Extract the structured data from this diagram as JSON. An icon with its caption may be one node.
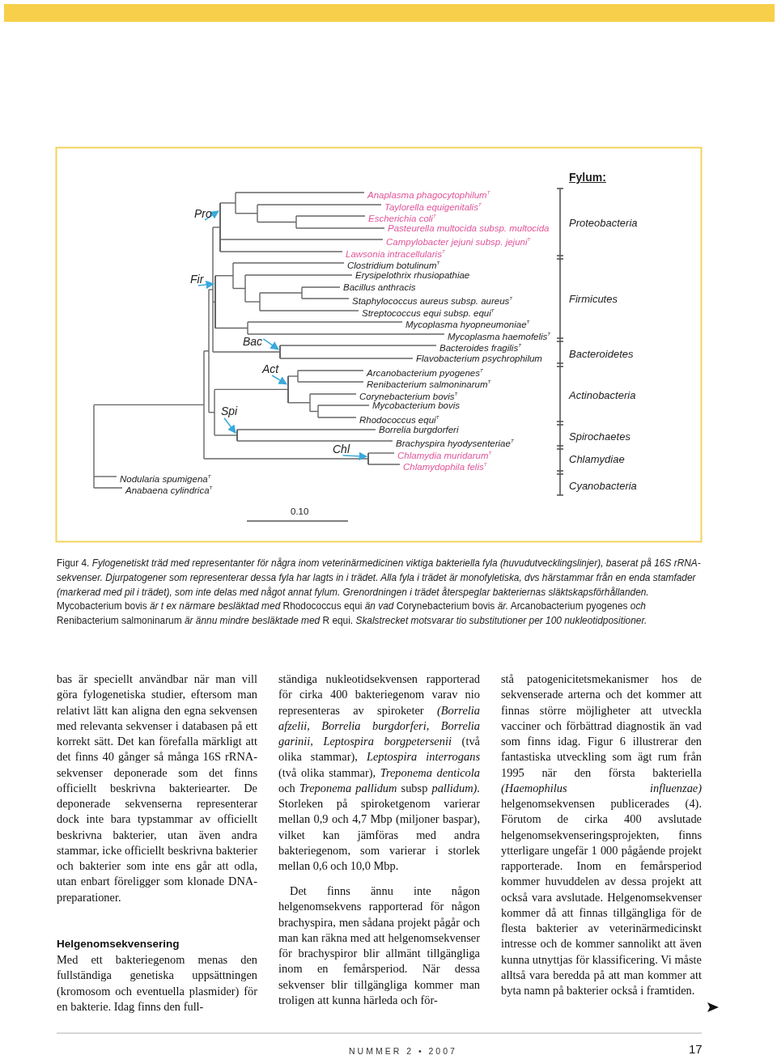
{
  "diagram": {
    "caption": "Figur 4. *Fylogenetiskt träd med representanter för några inom veterinärmedicinen viktiga bakteriella fyla (huvudutvecklingslinjer), baserat på 16S rRNA-sekvenser. Djurpatogener som representerar dessa fyla har lagts in i trädet. Alla fyla i trädet är monofyletiska, dvs härstammar från en enda stamfader (markerad med pil i trädet), som inte delas med något annat fylum. Grenordningen i trädet återspeglar bakteriernas släktskapsförhållanden.* Mycobacterium bovis *är t ex närmare besläktad med* Rhodococcus equi *än vad* Corynebacterium bovis *är.* Arcanobacterium pyogenes *och* Renibacterium salmoninarum *är ännu mindre besläktade med* R equi. *Skalstrecket motsvarar tio substitutioner per 100 nukleotidpositioner.*",
    "nodes": [
      {
        "text": [
          "Pro"
        ]
      },
      {
        "text": [
          "Fir"
        ]
      },
      {
        "text": [
          "Bac"
        ]
      },
      {
        "text": [
          "Act"
        ]
      },
      {
        "text": [
          "Spi"
        ]
      },
      {
        "text": [
          "Chl"
        ]
      },
      {
        "text": [],
        "shape": "bar"
      },
      {
        "text": [],
        "shape": "bar"
      },
      {
        "text": [],
        "shape": "bar"
      },
      {
        "text": [],
        "shape": "bar"
      },
      {
        "text": [],
        "shape": "bar"
      },
      {
        "text": [],
        "shape": "bar"
      }
    ],
    "edges": [
      {
        "from": 0,
        "to": 6,
        "arrow": "to"
      },
      {
        "from": 1,
        "to": 7,
        "arrow": "to"
      },
      {
        "from": 2,
        "to": 8,
        "arrow": "to"
      },
      {
        "from": 3,
        "to": 9,
        "arrow": "to"
      },
      {
        "from": 4,
        "to": 10,
        "arrow": "to"
      },
      {
        "from": 5,
        "to": 11,
        "arrow": "to"
      }
    ],
    "labels": [
      "Anaplasma phagocytophilum$^{T}$",
      "Taylorella equigenitalis$^{T}$",
      "Escherichia coli$^{T}$",
      "Pasteurella multocida subsp. multocida",
      "Campylobacter jejuni subsp. jejuni$^{T}$",
      "Lawsonia intracellularis$^{T}$",
      "Clostridium botulinum$^{T}$",
      "Erysipelothrix rhusiopathiae",
      "Bacillus anthracis",
      "Staphylococcus aureus subsp. aureus$^{T}$",
      "Streptococcus equi subsp. equi$^{T}$",
      "Mycoplasma hyopneumoniae$^{T}$",
      "Mycoplasma haemofelis$^{T}$",
      "Bacteroides fragilis$^{T}$",
      "Flavobacterium psychrophilum",
      "Arcanobacterium pyogenes$^{T}$",
      "Renibacterium salmoninarum$^{T}$",
      "Corynebacterium bovis$^{T}$",
      "Mycobacterium bovis",
      "Rhodococcus equi$^{T}$",
      "Borrelia burgdorferi",
      "Brachyspira hyodysenteriae$^{T}$",
      "Chlamydia muridarum$^{T}$",
      "Chlamydophila felis$^{T}$",
      "Nodularia spumigena$^{T}$",
      "Anabaena cylindrica$^{T}$",
      "Fylum:",
      "Proteobacteria",
      "Firmicutes",
      "Bacteroidetes",
      "Actinobacteria",
      "Spirochaetes",
      "Chlamydiae",
      "Cyanobacteria",
      "0.10",
      "bas är speciellt användbar när man vill göra fylogenetiska studier, eftersom man relativt lätt kan aligna den egna sekvensen med relevanta sekvenser i databasen på ett korrekt sätt. Det kan förefalla märkligt att det finns 40 gånger så många 16S rRNA-sekvenser deponerade som det finns officiellt beskrivna bakteriearter. De deponerade sekvenserna representerar dock inte bara typstammar av officiellt beskrivna bakterier, utan även andra stammar, icke officiellt beskrivna bakterier och bakterier som inte ens går att odla, utan enbart föreligger som klonade DNA-preparationer.",
      "Helgenomsekvensering",
      "Med ett bakteriegenom menas den fullständiga genetiska uppsättningen (kromosom och eventuella plasmider) för en bakterie. Idag finns den full-",
      "ständiga nukleotidsekvensen rapporterad för cirka 400 bakteriegenom varav nio representeras av spiroketer *(Borrelia afzelii, Borrelia burgdorferi, Borrelia garinii, Leptospira borgpetersenii* (två olika stammar), *Leptospira interrogans* (två olika stammar), *Treponema denticola* och *Treponema pallidum* subsp *pallidum).* Storleken på spiroketgenom varierar mellan 0,9 och 4,7 Mbp (miljoner baspar), vilket kan jämföras med andra bakteriegenom, som varierar i storlek mellan 0,6 och 10,0 Mbp.",
      "Det finns ännu inte någon helgenomsekvens rapporterad för någon brachyspira, men sådana projekt pågår och man kan räkna med att helgenomsekvenser för brachyspiror blir allmänt tillgängliga inom en femårsperiod. När dessa sekvenser blir tillgängliga kommer man troligen att kunna härleda och för-",
      "stå patogenicitetsmekanismer hos de sekvenserade arterna och det kommer att finnas större möjligheter att utveckla vacciner och förbättrad diagnostik än vad som finns idag. Figur 6 illustrerar den fantastiska utveckling som ägt rum från 1995 när den första bakteriella *(Haemophilus influenzae)* helgenomsekvensen publicerades (4). Förutom de cirka 400 avslutade helgenomsekvenseringsprojekten, finns ytterligare ungefär 1 000 pågående projekt rapporterade. Inom en femårsperiod kommer huvuddelen av dessa projekt att också vara avslutade. Helgenomsekvenser kommer då att finnas tillgängliga för de flesta bakterier av veterinärmedicinskt intresse och de kommer sannolikt att även kunna utnyttjas för klassificering. Vi måste alltså vara beredda på att man kommer att byta namn på bakterier också i framtiden.",
      "NUMMER 2 • 2007",
      "17"
    ]
  }
}
